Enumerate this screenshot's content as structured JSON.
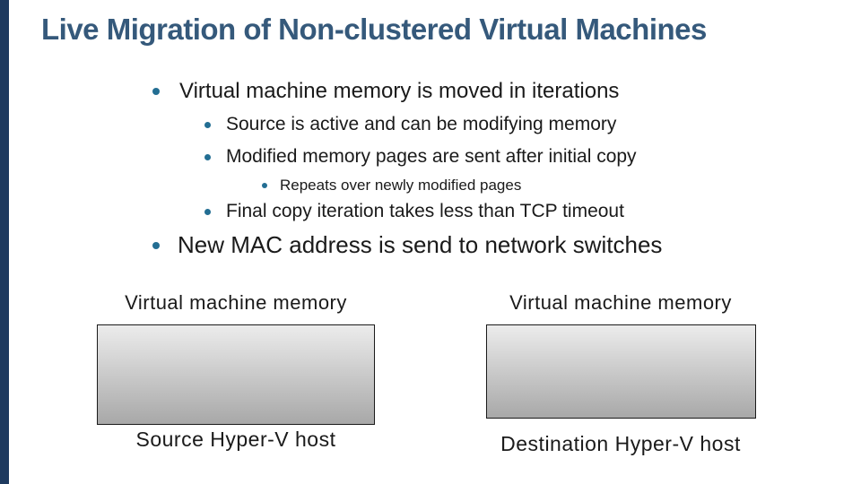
{
  "slide": {
    "title": "Live Migration of Non-clustered Virtual Machines",
    "colors": {
      "accent_bar": "#1E3A5F",
      "title": "#35597B",
      "bullet": "#236E93",
      "text": "#1A1A1A",
      "box_border": "#1A1A1A",
      "box_gradient_top": "#ECECEC",
      "box_gradient_bottom": "#A8A8A8"
    },
    "bullets": [
      {
        "level": 1,
        "text": "Virtual machine memory is moved in iterations"
      },
      {
        "level": 2,
        "text": "Source is active and can be modifying memory"
      },
      {
        "level": 2,
        "text": "Modified memory pages are sent after initial copy"
      },
      {
        "level": 3,
        "text": "Repeats over newly modified pages"
      },
      {
        "level": 2,
        "text": "Final copy iteration takes less than TCP timeout"
      },
      {
        "level": 1,
        "text": "New MAC address is send to network switches"
      }
    ],
    "diagram": {
      "source": {
        "memory_label": "Virtual machine memory",
        "host_label": "Source Hyper-V host"
      },
      "destination": {
        "memory_label": "Virtual machine memory",
        "host_label": "Destination Hyper-V host"
      }
    }
  }
}
